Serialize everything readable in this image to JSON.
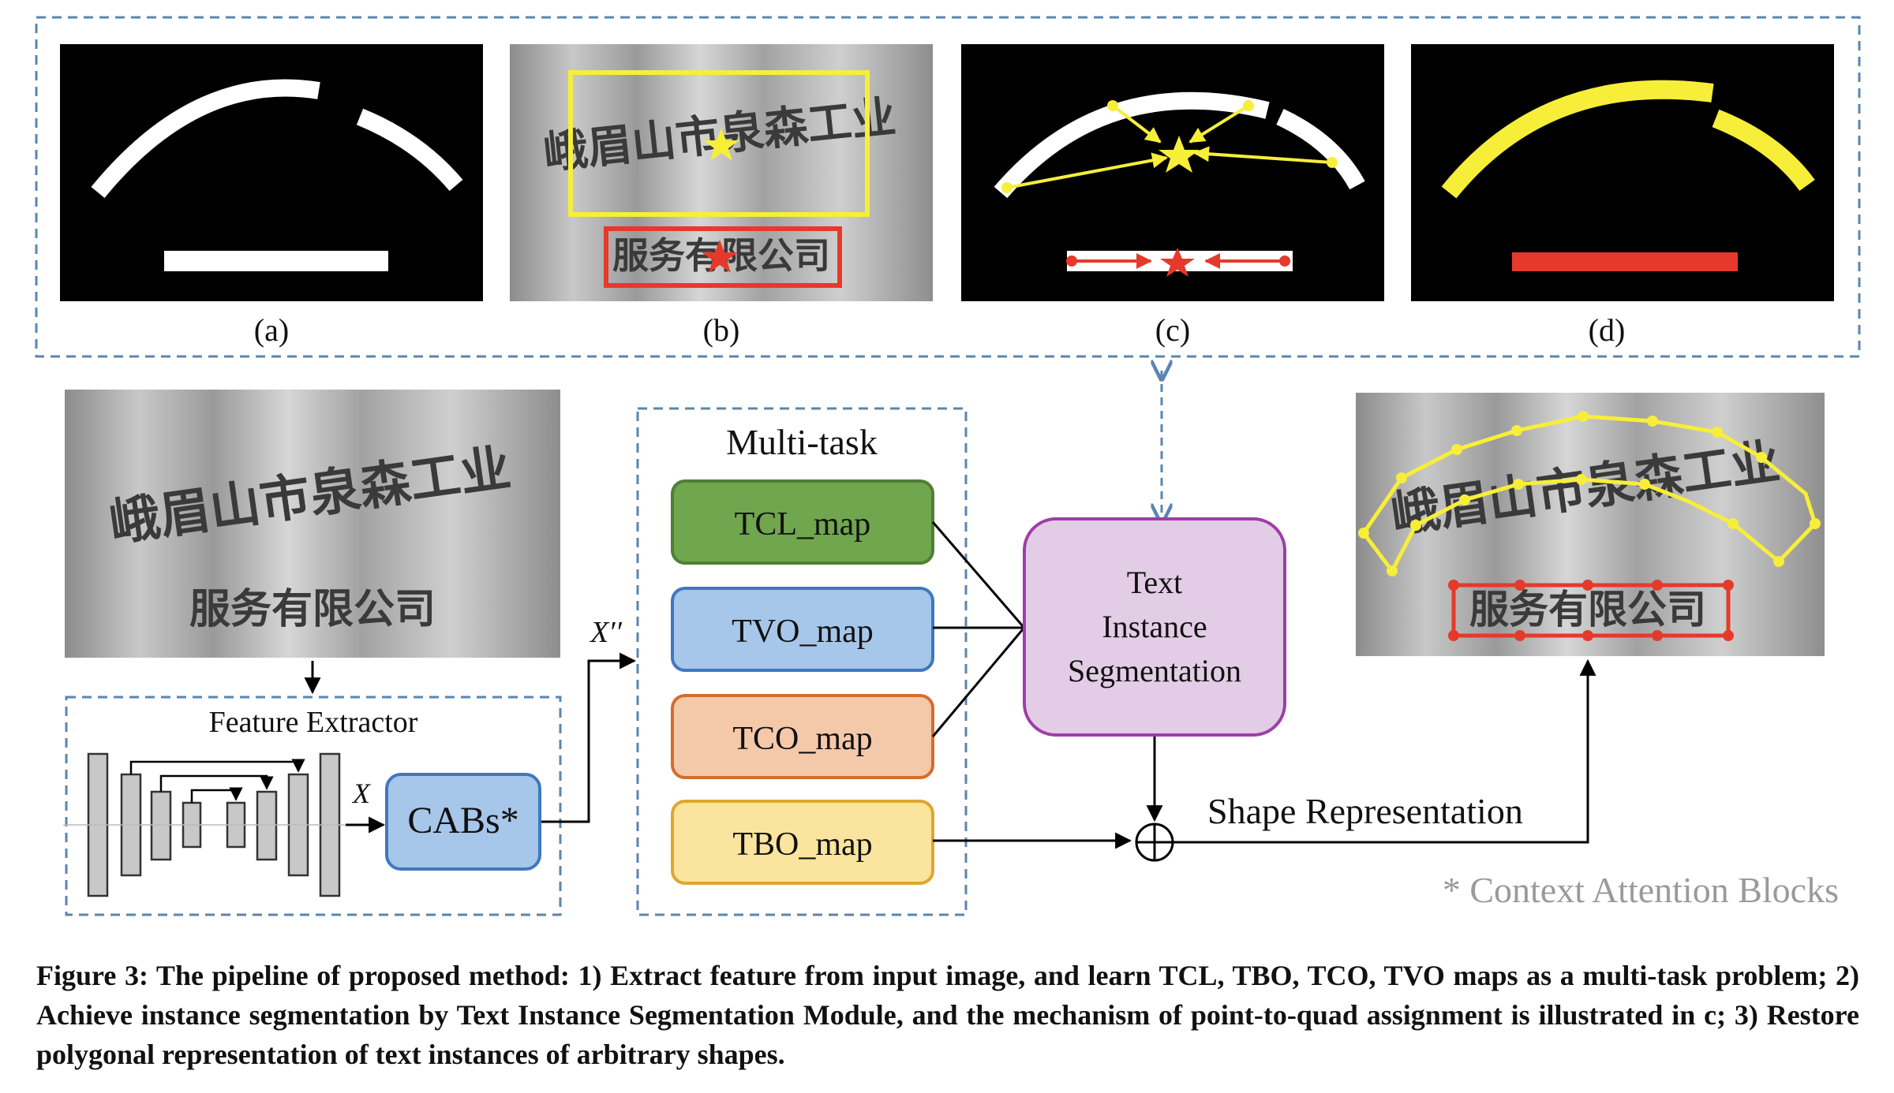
{
  "panels": [
    {
      "label": "(a)"
    },
    {
      "label": "(b)",
      "line1": "峨眉山市泉森工业",
      "line2": "服务有限公司"
    },
    {
      "label": "(c)"
    },
    {
      "label": "(d)"
    }
  ],
  "input_image": {
    "line1": "峨眉山市泉森工业",
    "line2": "服务有限公司"
  },
  "output_image": {
    "line1": "峨眉山市泉森工业",
    "line2": "服务有限公司"
  },
  "feature_extractor": {
    "title": "Feature Extractor",
    "x_label": "X",
    "cabs_label": "CABs*"
  },
  "x_double_prime": "X′′",
  "multitask": {
    "title": "Multi-task",
    "maps": [
      {
        "label": "TCL_map",
        "fill": "#6fa64e",
        "stroke": "#4f7f35"
      },
      {
        "label": "TVO_map",
        "fill": "#a6c6ea",
        "stroke": "#3f78c0"
      },
      {
        "label": "TCO_map",
        "fill": "#f4c9aa",
        "stroke": "#d26e2e"
      },
      {
        "label": "TBO_map",
        "fill": "#fbe59e",
        "stroke": "#dfa630"
      }
    ]
  },
  "segmentation": {
    "line1": "Text",
    "line2": "Instance",
    "line3": "Segmentation",
    "fill": "#e3cce5",
    "stroke": "#9d3ea8"
  },
  "shape_representation": "Shape Representation",
  "footnote": "* Context Attention Blocks",
  "caption": "Figure 3: The pipeline of proposed method: 1) Extract feature from input image, and learn TCL, TBO, TCO, TVO maps as a multi-task problem; 2) Achieve instance segmentation by Text Instance Segmentation Module, and the mechanism of point-to-quad assignment is illustrated in c; 3) Restore polygonal representation of text instances of arbitrary shapes.",
  "colors": {
    "dashed": "#5a86b0",
    "yellow": "#f7ee3a",
    "red": "#e53a2b"
  }
}
